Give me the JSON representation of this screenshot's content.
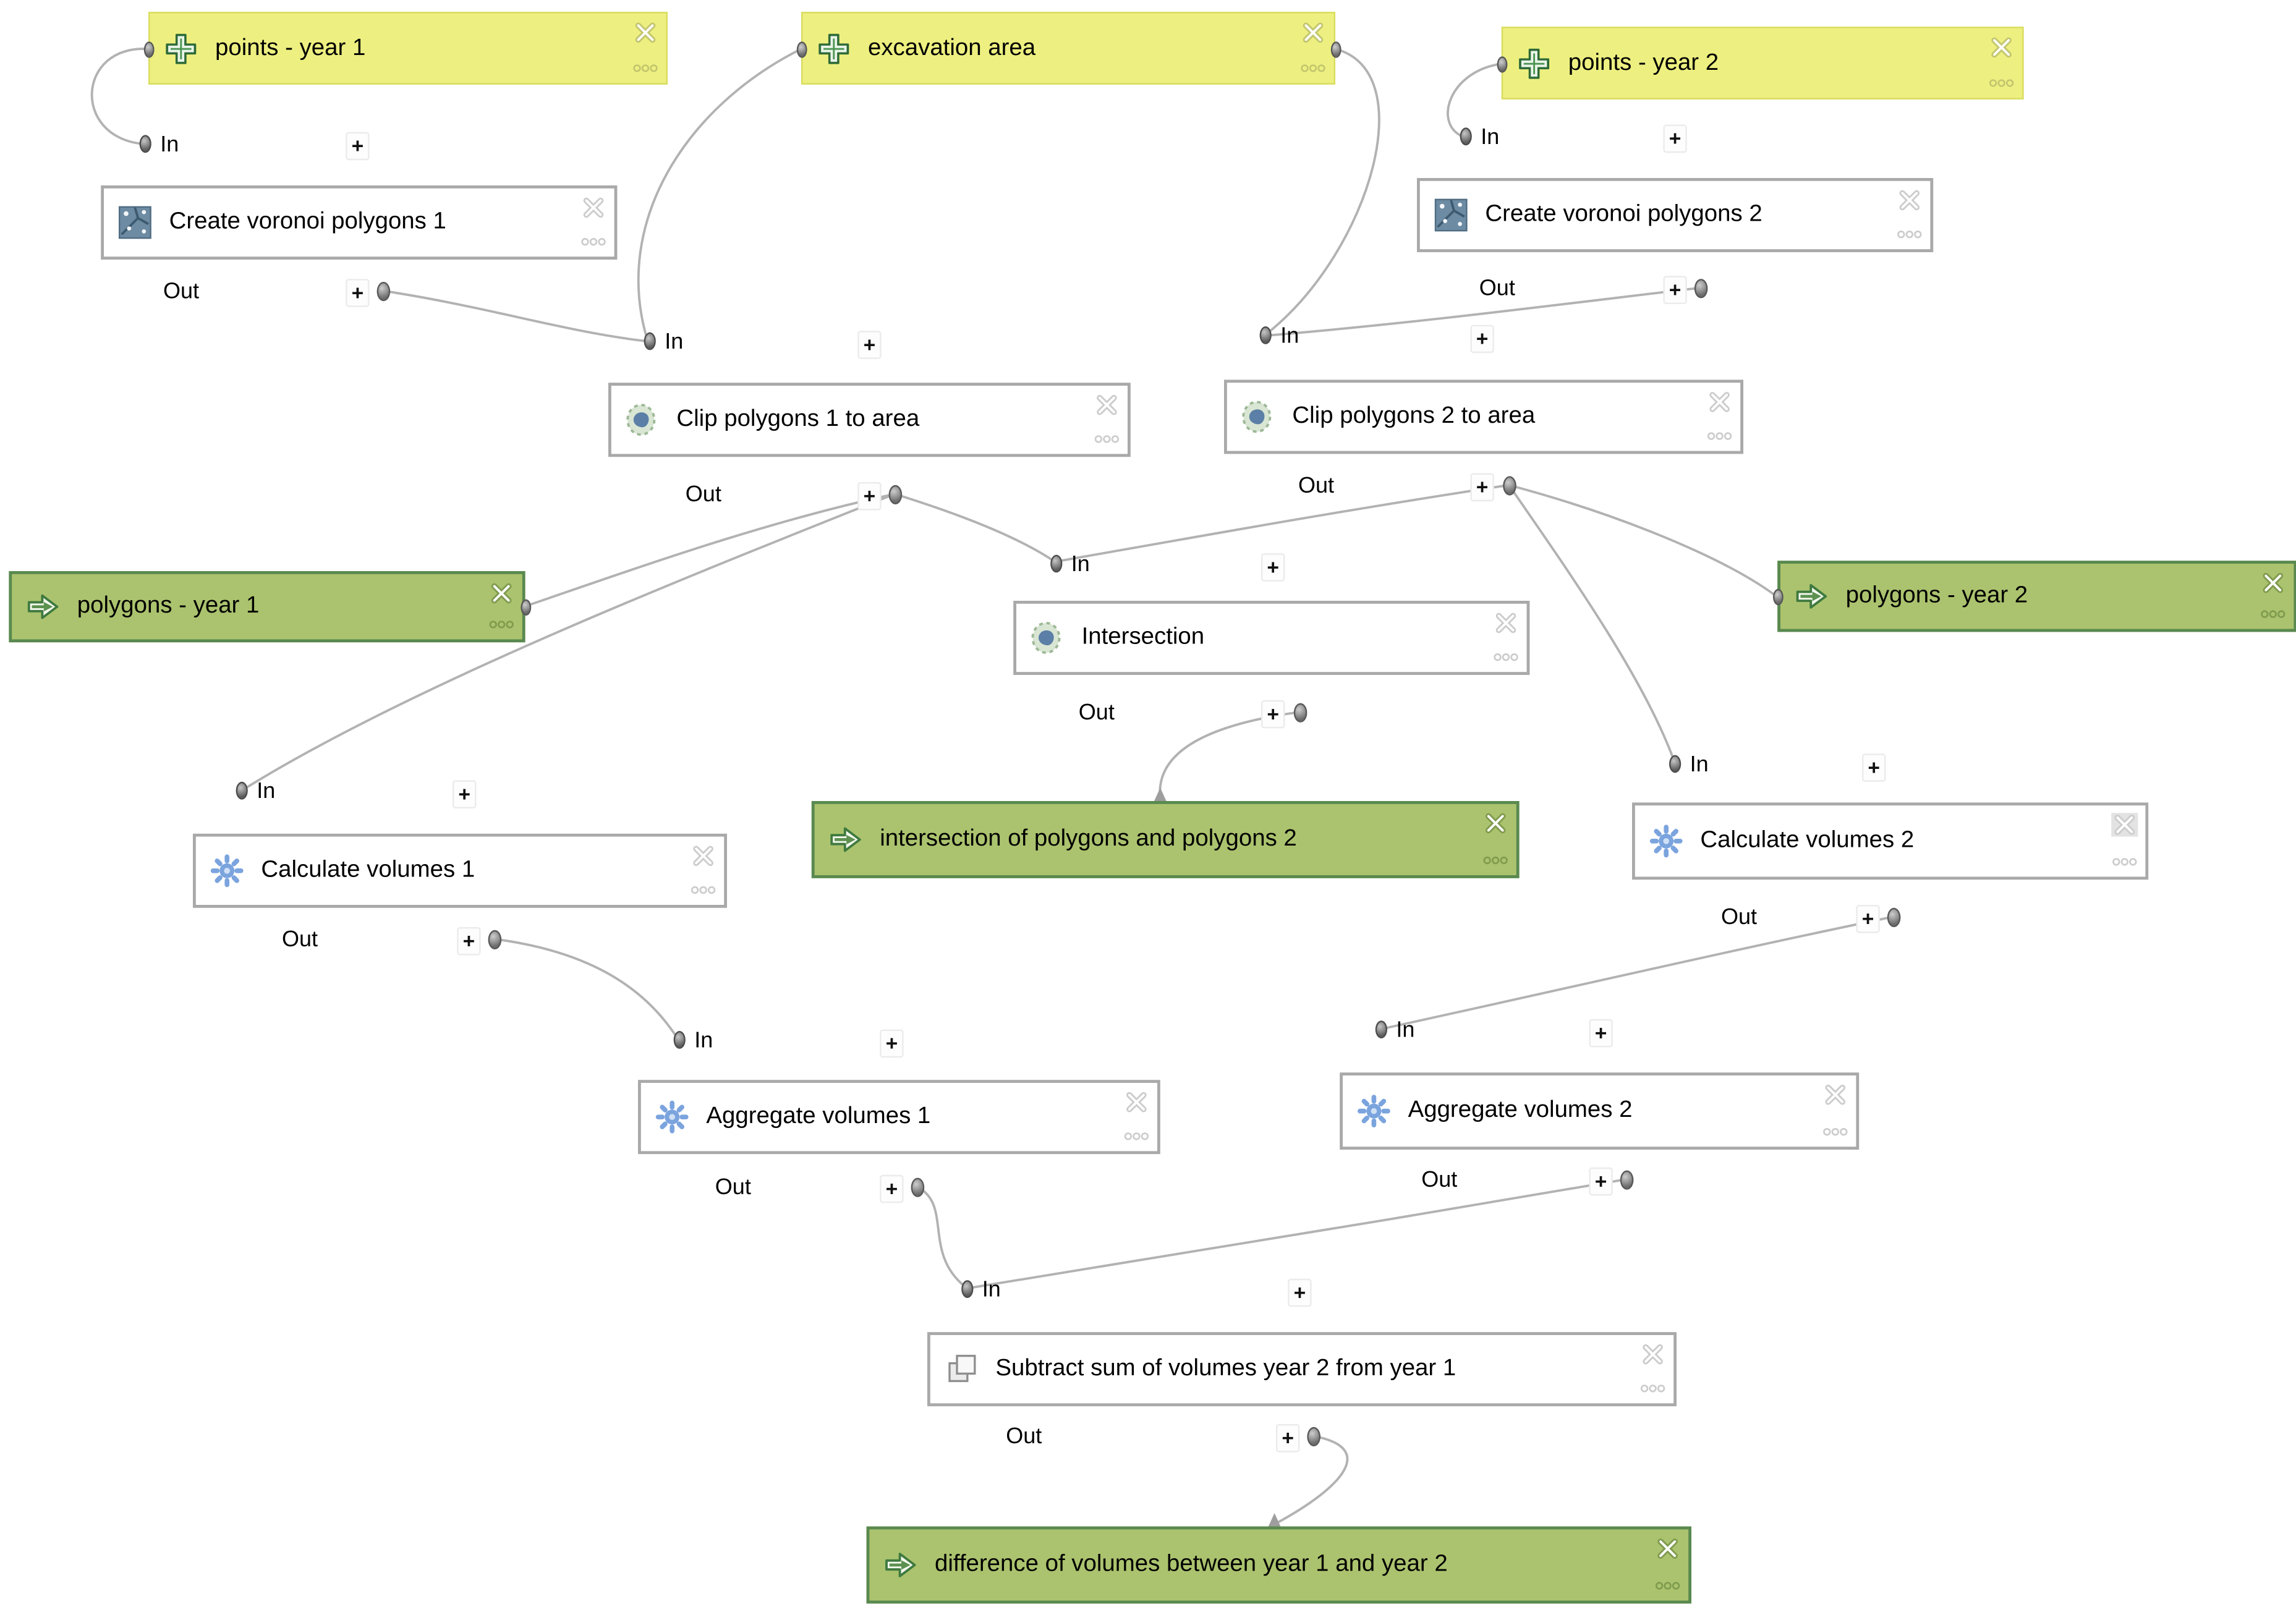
{
  "app": {
    "view_name": "model canvas"
  },
  "labels": {
    "in": "In",
    "out": "Out",
    "plus": "+"
  },
  "colors": {
    "canvas_background": "#ffffff",
    "input_fill": "#edf080",
    "input_border": "#d8dc5e",
    "output_fill": "#abc36e",
    "output_border": "#59894f",
    "algorithm_fill": "#ffffff",
    "algorithm_border": "#a9a9a9",
    "wire": "#b2b2b2",
    "text": "#000000"
  },
  "nodes": [
    {
      "id": "points1",
      "kind": "input",
      "label": "points - year 1",
      "icon": "add-layer-icon"
    },
    {
      "id": "excavation",
      "kind": "input",
      "label": "excavation area",
      "icon": "add-layer-icon"
    },
    {
      "id": "points2",
      "kind": "input",
      "label": "points - year 2",
      "icon": "add-layer-icon"
    },
    {
      "id": "voronoi1",
      "kind": "algorithm",
      "label": "Create voronoi polygons 1",
      "icon": "voronoi-icon"
    },
    {
      "id": "voronoi2",
      "kind": "algorithm",
      "label": "Create voronoi polygons 2",
      "icon": "voronoi-icon"
    },
    {
      "id": "clip1",
      "kind": "algorithm",
      "label": "Clip polygons 1 to area",
      "icon": "clip-icon"
    },
    {
      "id": "clip2",
      "kind": "algorithm",
      "label": "Clip polygons 2 to area",
      "icon": "clip-icon"
    },
    {
      "id": "polys1",
      "kind": "output",
      "label": "polygons - year 1",
      "icon": "output-arrow-icon"
    },
    {
      "id": "polys2",
      "kind": "output",
      "label": "polygons - year 2",
      "icon": "output-arrow-icon"
    },
    {
      "id": "intersection",
      "kind": "algorithm",
      "label": "Intersection",
      "icon": "clip-icon"
    },
    {
      "id": "outIntersection",
      "kind": "output",
      "label": "intersection of polygons and polygons 2",
      "icon": "output-arrow-icon"
    },
    {
      "id": "calc1",
      "kind": "algorithm",
      "label": "Calculate volumes 1",
      "icon": "gear-icon"
    },
    {
      "id": "calc2",
      "kind": "algorithm",
      "label": "Calculate volumes 2",
      "icon": "gear-icon"
    },
    {
      "id": "agg1",
      "kind": "algorithm",
      "label": "Aggregate volumes 1",
      "icon": "gear-icon"
    },
    {
      "id": "agg2",
      "kind": "algorithm",
      "label": "Aggregate volumes 2",
      "icon": "gear-icon"
    },
    {
      "id": "subtract",
      "kind": "algorithm",
      "label": "Subtract sum of volumes year 2 from year 1",
      "icon": "layers-icon"
    },
    {
      "id": "difference",
      "kind": "output",
      "label": "difference of volumes between year 1 and year 2",
      "icon": "output-arrow-icon"
    }
  ],
  "connections": [
    {
      "from": "points1",
      "from_port": "left",
      "to": "voronoi1",
      "to_port": "in"
    },
    {
      "from": "voronoi1",
      "from_port": "out",
      "to": "clip1",
      "to_port": "in"
    },
    {
      "from": "excavation",
      "from_port": "left",
      "to": "clip1",
      "to_port": "in"
    },
    {
      "from": "excavation",
      "from_port": "right",
      "to": "clip2",
      "to_port": "in"
    },
    {
      "from": "voronoi2",
      "from_port": "out",
      "to": "clip2",
      "to_port": "in"
    },
    {
      "from": "points2",
      "from_port": "left",
      "to": "voronoi2",
      "to_port": "in"
    },
    {
      "from": "clip1",
      "from_port": "out",
      "to": "polys1",
      "to_port": "right"
    },
    {
      "from": "clip1",
      "from_port": "out",
      "to": "calc1",
      "to_port": "in"
    },
    {
      "from": "clip1",
      "from_port": "out",
      "to": "intersection",
      "to_port": "in"
    },
    {
      "from": "clip2",
      "from_port": "out",
      "to": "intersection",
      "to_port": "in"
    },
    {
      "from": "clip2",
      "from_port": "out",
      "to": "polys2",
      "to_port": "left"
    },
    {
      "from": "clip2",
      "from_port": "out",
      "to": "calc2",
      "to_port": "in"
    },
    {
      "from": "intersection",
      "from_port": "out",
      "to": "outIntersection",
      "to_port": "top"
    },
    {
      "from": "calc1",
      "from_port": "out",
      "to": "agg1",
      "to_port": "in"
    },
    {
      "from": "calc2",
      "from_port": "out",
      "to": "agg2",
      "to_port": "in"
    },
    {
      "from": "agg1",
      "from_port": "out",
      "to": "subtract",
      "to_port": "in"
    },
    {
      "from": "agg2",
      "from_port": "out",
      "to": "subtract",
      "to_port": "in"
    },
    {
      "from": "subtract",
      "from_port": "out",
      "to": "difference",
      "to_port": "top"
    }
  ]
}
